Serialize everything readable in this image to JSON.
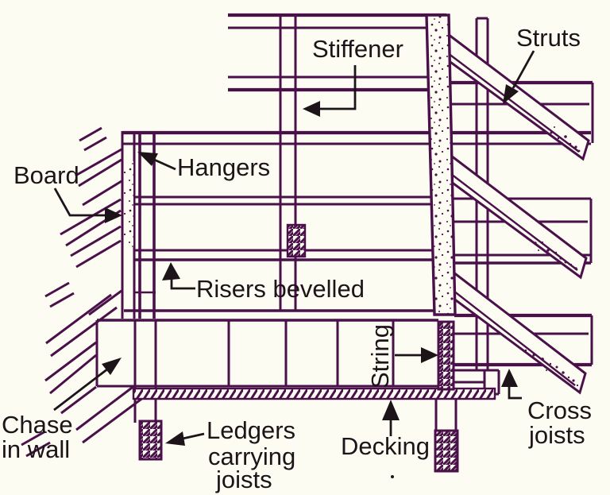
{
  "figure": {
    "kind": "hand-drawn construction diagram (stair formwork, sectional view)",
    "colors": {
      "paper": "#fdfcf2",
      "ink": "#4a1049",
      "label": "#1d1419"
    },
    "labels": {
      "stiffener": "Stiffener",
      "struts": "Struts",
      "board": "Board",
      "hangers": "Hangers",
      "risers": "Risers bevelled",
      "chase": [
        "Chase",
        "in wall"
      ],
      "ledgers": [
        "Ledgers",
        "carrying",
        "joists"
      ],
      "decking": "Decking",
      "string": "String",
      "cross_joists": [
        "Cross",
        "joists"
      ]
    }
  }
}
